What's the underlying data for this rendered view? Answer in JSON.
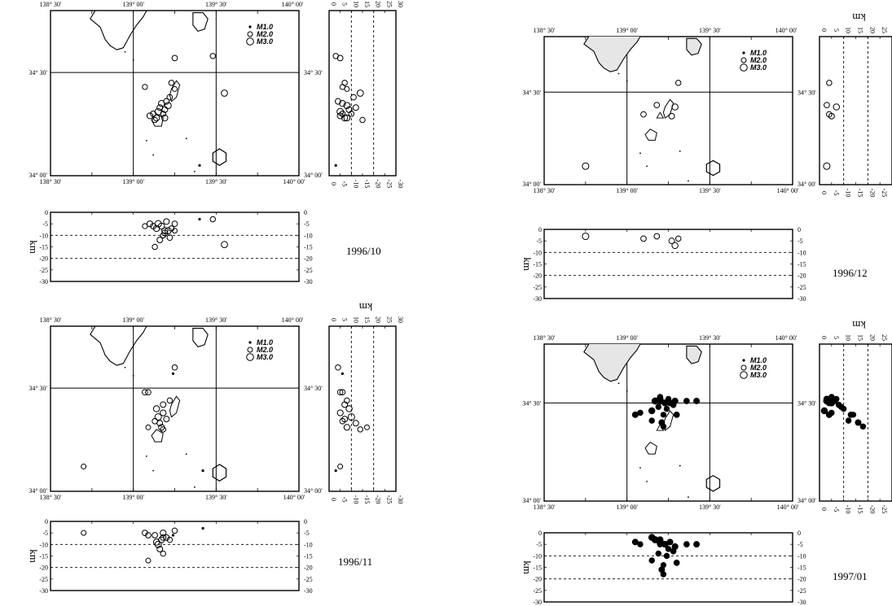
{
  "legend": [
    "M1.0",
    "M2.0",
    "M3.0"
  ],
  "lon_ticks": [
    "138° 30'",
    "139° 00'",
    "139° 30'",
    "140° 00'"
  ],
  "lat_ticks": [
    "34° 30'",
    "34° 00'"
  ],
  "depth_axis_ticks": [
    "0",
    "-5",
    "-10",
    "-15",
    "-20",
    "-25",
    "-30"
  ],
  "depth_top_ticks": [
    "0",
    "5",
    "10",
    "15",
    "20",
    "25",
    "30"
  ],
  "depth_unit": "km",
  "panels": [
    {
      "period": "1996/10",
      "events": [
        {
          "lon": 139.25,
          "lat": 34.57,
          "depth": 5,
          "mag": 2.3
        },
        {
          "lon": 139.48,
          "lat": 34.58,
          "depth": 3,
          "mag": 2.2
        },
        {
          "lon": 139.07,
          "lat": 34.43,
          "depth": 6,
          "mag": 2.1
        },
        {
          "lon": 139.23,
          "lat": 34.45,
          "depth": 7,
          "mag": 2.2
        },
        {
          "lon": 139.25,
          "lat": 34.42,
          "depth": 8,
          "mag": 2.0
        },
        {
          "lon": 139.2,
          "lat": 34.36,
          "depth": 4,
          "mag": 2.4
        },
        {
          "lon": 139.17,
          "lat": 34.35,
          "depth": 6,
          "mag": 2.6
        },
        {
          "lon": 139.21,
          "lat": 34.34,
          "depth": 8,
          "mag": 2.7
        },
        {
          "lon": 139.19,
          "lat": 34.32,
          "depth": 9,
          "mag": 2.5
        },
        {
          "lon": 139.15,
          "lat": 34.31,
          "depth": 5,
          "mag": 2.8
        },
        {
          "lon": 139.12,
          "lat": 34.3,
          "depth": 6,
          "mag": 2.3
        },
        {
          "lon": 139.1,
          "lat": 34.29,
          "depth": 5,
          "mag": 2.5
        },
        {
          "lon": 139.14,
          "lat": 34.28,
          "depth": 7,
          "mag": 2.6
        },
        {
          "lon": 139.18,
          "lat": 34.3,
          "depth": 10,
          "mag": 2.2
        },
        {
          "lon": 139.16,
          "lat": 34.33,
          "depth": 12,
          "mag": 2.4
        },
        {
          "lon": 139.13,
          "lat": 34.27,
          "depth": 15,
          "mag": 2.2
        },
        {
          "lon": 139.22,
          "lat": 34.38,
          "depth": 11,
          "mag": 2.3
        },
        {
          "lon": 139.19,
          "lat": 34.28,
          "depth": 8,
          "mag": 2.6
        },
        {
          "lon": 139.55,
          "lat": 34.4,
          "depth": 14,
          "mag": 2.7
        },
        {
          "lon": 139.4,
          "lat": 34.05,
          "depth": 3,
          "mag": 1.0
        }
      ]
    },
    {
      "period": "1996/11",
      "events": [
        {
          "lon": 139.25,
          "lat": 34.6,
          "depth": 4,
          "mag": 2.2
        },
        {
          "lon": 139.24,
          "lat": 34.57,
          "depth": 6,
          "mag": 1.0
        },
        {
          "lon": 139.07,
          "lat": 34.48,
          "depth": 5,
          "mag": 2.3
        },
        {
          "lon": 139.09,
          "lat": 34.48,
          "depth": 6,
          "mag": 2.3
        },
        {
          "lon": 139.22,
          "lat": 34.44,
          "depth": 8,
          "mag": 2.2
        },
        {
          "lon": 139.18,
          "lat": 34.42,
          "depth": 7,
          "mag": 2.4
        },
        {
          "lon": 139.14,
          "lat": 34.4,
          "depth": 9,
          "mag": 2.6
        },
        {
          "lon": 139.18,
          "lat": 34.38,
          "depth": 5,
          "mag": 2.5
        },
        {
          "lon": 139.15,
          "lat": 34.36,
          "depth": 10,
          "mag": 2.8
        },
        {
          "lon": 139.2,
          "lat": 34.35,
          "depth": 7,
          "mag": 2.4
        },
        {
          "lon": 139.13,
          "lat": 34.34,
          "depth": 6,
          "mag": 2.3
        },
        {
          "lon": 139.16,
          "lat": 34.33,
          "depth": 12,
          "mag": 2.4
        },
        {
          "lon": 139.17,
          "lat": 34.31,
          "depth": 8,
          "mag": 2.5
        },
        {
          "lon": 139.09,
          "lat": 34.31,
          "depth": 17,
          "mag": 2.0
        },
        {
          "lon": 139.18,
          "lat": 34.3,
          "depth": 14,
          "mag": 2.2
        },
        {
          "lon": 138.7,
          "lat": 34.12,
          "depth": 5,
          "mag": 2.0
        },
        {
          "lon": 139.42,
          "lat": 34.1,
          "depth": 3,
          "mag": 1.0
        }
      ]
    },
    {
      "period": "1996/12",
      "events": [
        {
          "lon": 138.75,
          "lat": 34.1,
          "depth": 3,
          "mag": 2.8
        },
        {
          "lon": 139.1,
          "lat": 34.38,
          "depth": 4,
          "mag": 2.3
        },
        {
          "lon": 139.18,
          "lat": 34.43,
          "depth": 3,
          "mag": 2.3
        },
        {
          "lon": 139.27,
          "lat": 34.37,
          "depth": 5,
          "mag": 2.4
        },
        {
          "lon": 139.29,
          "lat": 34.42,
          "depth": 7,
          "mag": 2.6
        },
        {
          "lon": 139.31,
          "lat": 34.55,
          "depth": 4,
          "mag": 2.2
        }
      ]
    },
    {
      "period": "1997/01",
      "events": [
        {
          "lon": 139.17,
          "lat": 34.51,
          "depth": 3,
          "mag": 2.7
        },
        {
          "lon": 139.2,
          "lat": 34.51,
          "depth": 4,
          "mag": 2.8
        },
        {
          "lon": 139.23,
          "lat": 34.5,
          "depth": 5,
          "mag": 2.6
        },
        {
          "lon": 139.26,
          "lat": 34.5,
          "depth": 4,
          "mag": 2.4
        },
        {
          "lon": 139.29,
          "lat": 34.51,
          "depth": 6,
          "mag": 2.5
        },
        {
          "lon": 139.36,
          "lat": 34.51,
          "depth": 5,
          "mag": 2.3
        },
        {
          "lon": 139.42,
          "lat": 34.51,
          "depth": 5,
          "mag": 2.4
        },
        {
          "lon": 139.28,
          "lat": 34.49,
          "depth": 8,
          "mag": 2.3
        },
        {
          "lon": 139.19,
          "lat": 34.48,
          "depth": 9,
          "mag": 2.2
        },
        {
          "lon": 139.24,
          "lat": 34.47,
          "depth": 10,
          "mag": 2.2
        },
        {
          "lon": 139.05,
          "lat": 34.44,
          "depth": 4,
          "mag": 2.4
        },
        {
          "lon": 139.08,
          "lat": 34.45,
          "depth": 5,
          "mag": 2.2
        },
        {
          "lon": 139.15,
          "lat": 34.41,
          "depth": 12,
          "mag": 2.2
        },
        {
          "lon": 139.22,
          "lat": 34.44,
          "depth": 14,
          "mag": 2.1
        },
        {
          "lon": 139.21,
          "lat": 34.4,
          "depth": 16,
          "mag": 2.4
        },
        {
          "lon": 139.3,
          "lat": 34.44,
          "depth": 13,
          "mag": 2.3
        },
        {
          "lon": 139.22,
          "lat": 34.38,
          "depth": 18,
          "mag": 2.2
        },
        {
          "lon": 139.15,
          "lat": 34.46,
          "depth": 2,
          "mag": 2.6
        },
        {
          "lon": 139.25,
          "lat": 34.52,
          "depth": 7,
          "mag": 2.2
        },
        {
          "lon": 139.2,
          "lat": 34.52,
          "depth": 3,
          "mag": 2.5
        },
        {
          "lon": 139.2,
          "lat": 34.53,
          "depth": 5,
          "mag": 2.3
        }
      ]
    }
  ]
}
